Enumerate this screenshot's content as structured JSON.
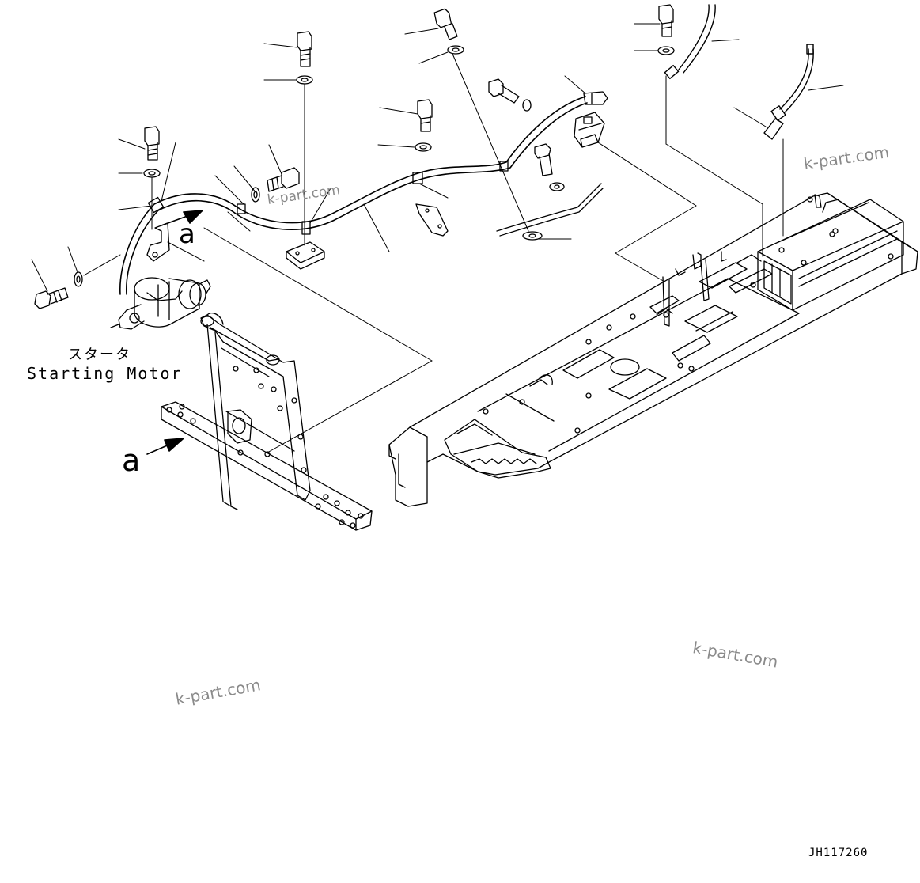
{
  "labels": {
    "starter_jp": "スタータ",
    "starter_en": "Starting Motor",
    "view_a_upper": "a",
    "view_a_lower": "a",
    "drawing_number": "JH117260"
  },
  "watermarks": [
    "k-part.com",
    "k-part.com",
    "k-part.com",
    "k-part.com"
  ],
  "colors": {
    "line": "#000000",
    "watermark": "#8a8a8a",
    "background": "#ffffff"
  }
}
